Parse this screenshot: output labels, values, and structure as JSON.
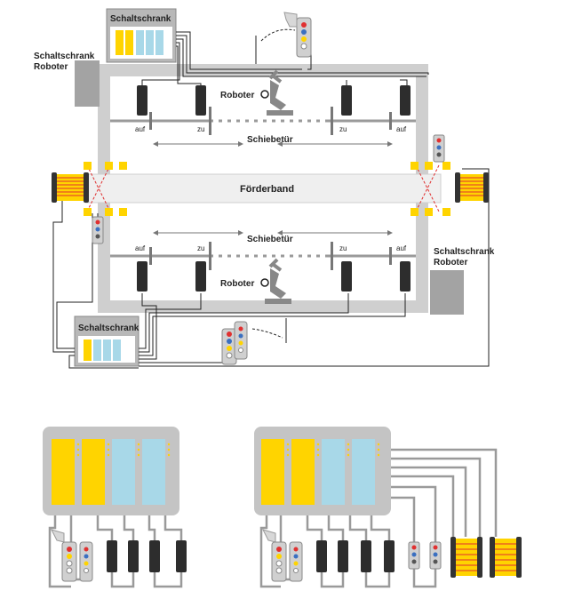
{
  "labels": {
    "cabinet_top": "Schaltschrank",
    "cabinet_bottom": "Schaltschrank",
    "cabinet_robot_left_1": "Schaltschrank",
    "cabinet_robot_left_2": "Roboter",
    "cabinet_robot_right_1": "Schaltschrank",
    "cabinet_robot_right_2": "Roboter",
    "robot_top": "Roboter",
    "robot_bottom": "Roboter",
    "door_top": "Schiebetür",
    "door_bottom": "Schiebetür",
    "conveyor": "Förderband",
    "auf": "auf",
    "zu": "zu"
  },
  "colors": {
    "frame": "#c8c8c8",
    "cabinet": "#a0a0a0",
    "yellow": "#ffd400",
    "blue": "#a8d8e8",
    "wire": "#222222",
    "grey_wire": "#9a9a9a",
    "red": "#e03030",
    "btn_blue": "#3a6fc0",
    "btn_yellow": "#ffd400",
    "lightcurtain_red": "#e03030"
  },
  "icons": [
    "safety-switch-icon",
    "enabling-switch-icon",
    "pushbutton-station-icon",
    "light-curtain-icon",
    "robot-arm-icon"
  ]
}
